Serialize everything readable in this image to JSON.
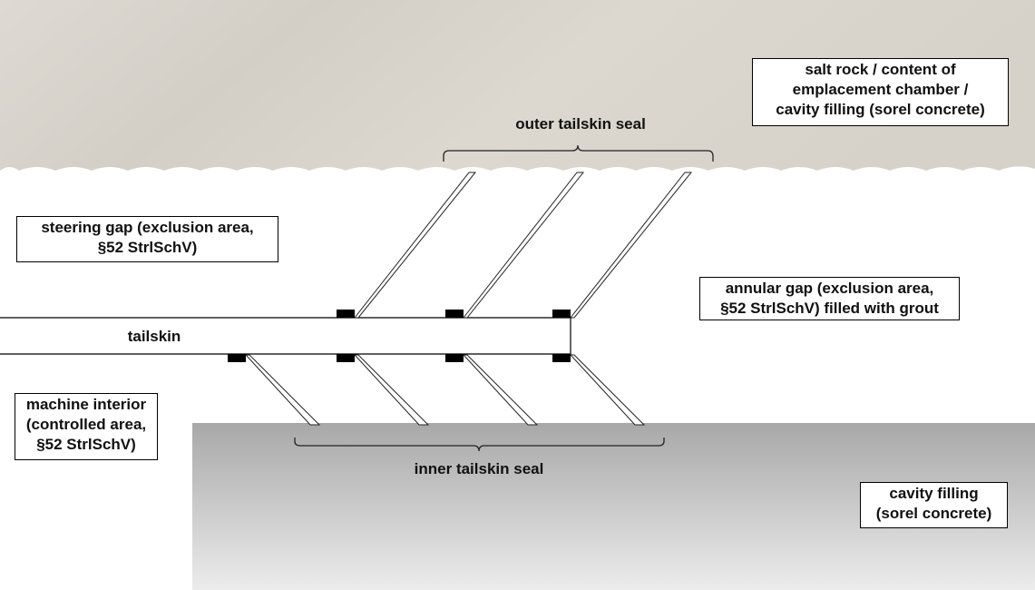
{
  "diagram": {
    "labels": {
      "salt_rock": [
        "salt rock / content of",
        "emplacement chamber /",
        "cavity filling (sorel concrete)"
      ],
      "steering_gap": [
        "steering gap (exclusion area,",
        "§52 StrlSchV)"
      ],
      "annular_gap": [
        "annular gap (exclusion area,",
        "§52 StrlSchV) filled with grout"
      ],
      "machine_interior": [
        "machine interior",
        "(controlled area,",
        "§52 StrlSchV)"
      ],
      "cavity_filling": [
        "cavity filling",
        "(sorel concrete)"
      ],
      "tailskin": "tailskin",
      "outer_seal": "outer tailskin seal",
      "inner_seal": "inner tailskin seal"
    },
    "colors": {
      "rock": "#d9d5cd",
      "cavity_top": "#a8a8a8",
      "cavity_bottom": "#ececec"
    }
  }
}
